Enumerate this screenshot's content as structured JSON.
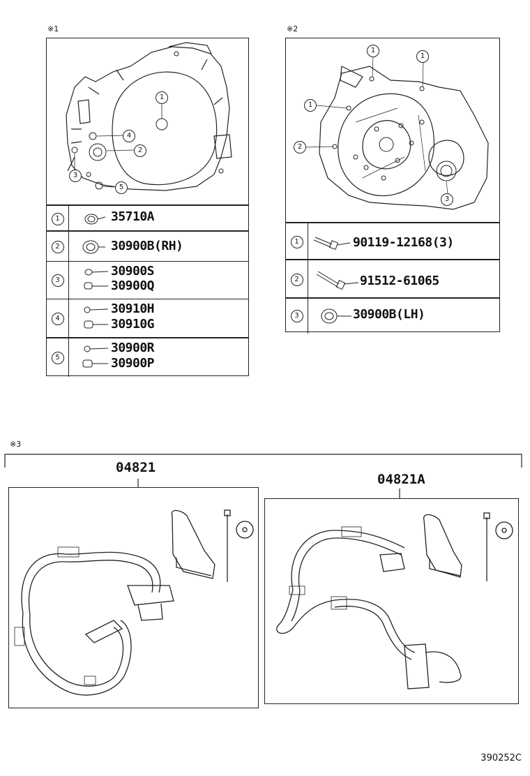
{
  "figure1": {
    "note": "※1",
    "callouts": [
      "1",
      "2",
      "3",
      "4",
      "5"
    ],
    "rows": [
      {
        "index": "1",
        "parts": [
          "35710A"
        ]
      },
      {
        "index": "2",
        "parts": [
          "30900B(RH)"
        ]
      },
      {
        "index": "3",
        "parts": [
          "30900S",
          "30900Q"
        ]
      },
      {
        "index": "4",
        "parts": [
          "30910H",
          "30910G"
        ]
      },
      {
        "index": "5",
        "parts": [
          "30900R",
          "30900P"
        ]
      }
    ]
  },
  "figure2": {
    "note": "※2",
    "callouts": [
      "1",
      "2",
      "3"
    ],
    "rows": [
      {
        "index": "1",
        "parts": [
          "90119-12168(3)"
        ]
      },
      {
        "index": "2",
        "parts": [
          "91512-61065"
        ]
      },
      {
        "index": "3",
        "parts": [
          "30900B(LH)"
        ]
      }
    ]
  },
  "figure3": {
    "note": "※3",
    "kit_left": "04821",
    "kit_right": "04821A"
  },
  "illustration_code": "390252C"
}
